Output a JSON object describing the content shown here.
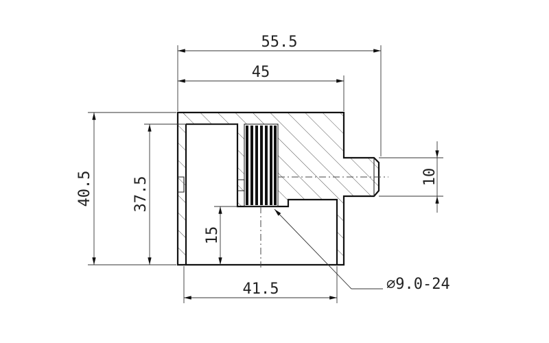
{
  "drawing": {
    "dimensions": {
      "overall_length": "55.5",
      "body_length": "45",
      "overall_height": "40.5",
      "inner_height": "37.5",
      "lower_height": "15",
      "bottom_length": "41.5",
      "tip_diameter": "10",
      "knurl_callout": "∅9.0-24"
    }
  }
}
